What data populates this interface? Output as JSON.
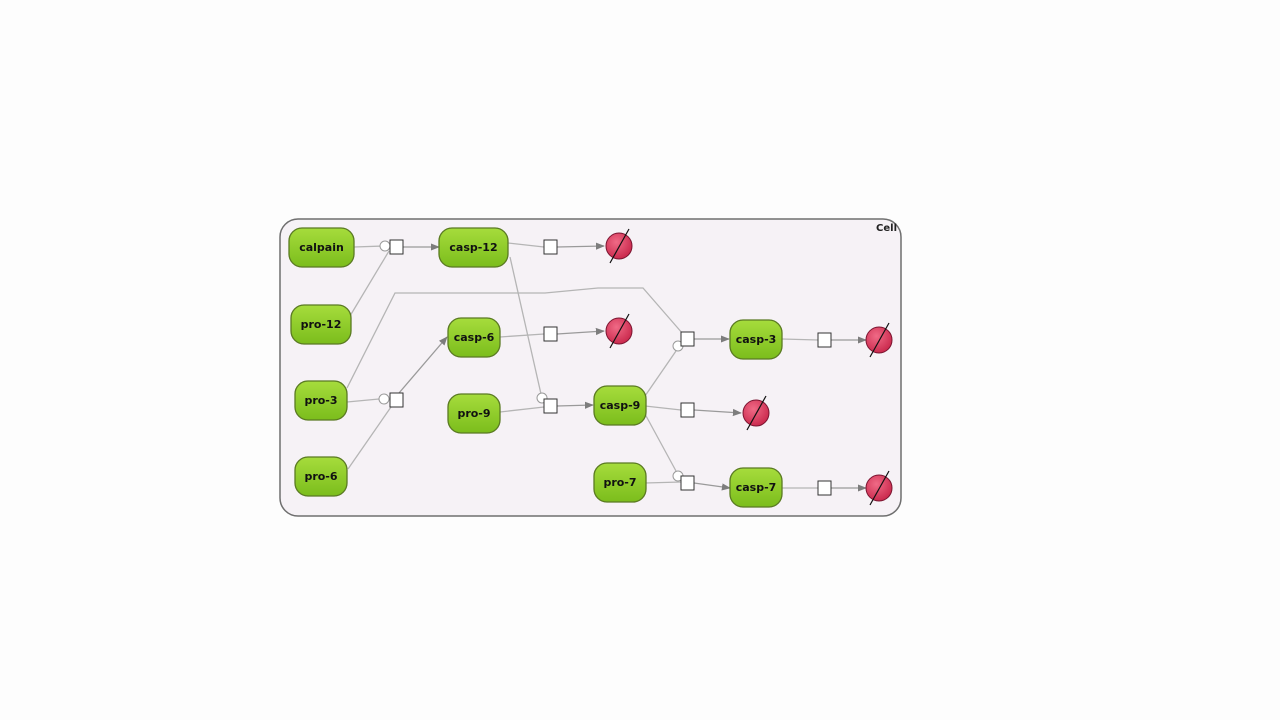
{
  "diagram": {
    "compartment": {
      "label": "Cell"
    },
    "species": [
      {
        "id": "calpain",
        "label": "calpain"
      },
      {
        "id": "pro12",
        "label": "pro-12"
      },
      {
        "id": "pro3",
        "label": "pro-3"
      },
      {
        "id": "pro6",
        "label": "pro-6"
      },
      {
        "id": "casp12",
        "label": "casp-12"
      },
      {
        "id": "casp6",
        "label": "casp-6"
      },
      {
        "id": "pro9",
        "label": "pro-9"
      },
      {
        "id": "casp9",
        "label": "casp-9"
      },
      {
        "id": "pro7",
        "label": "pro-7"
      },
      {
        "id": "casp3",
        "label": "casp-3"
      },
      {
        "id": "casp7",
        "label": "casp-7"
      }
    ],
    "reactions": [
      {
        "id": "r1",
        "type": "production",
        "reactant": "pro12",
        "catalyst": "calpain",
        "product": "casp12"
      },
      {
        "id": "r2",
        "type": "production",
        "reactant": "pro6",
        "catalyst": "pro3",
        "product": "casp6"
      },
      {
        "id": "r3",
        "type": "production",
        "reactant": "pro9",
        "catalyst": "casp12",
        "product": "casp9"
      },
      {
        "id": "r4",
        "type": "production",
        "reactant": "pro3",
        "catalyst": "casp9",
        "product": "casp3"
      },
      {
        "id": "r5",
        "type": "production",
        "reactant": "pro7",
        "catalyst": "casp9",
        "product": "casp7"
      },
      {
        "id": "d1",
        "type": "degradation",
        "species": "casp12"
      },
      {
        "id": "d2",
        "type": "degradation",
        "species": "casp6"
      },
      {
        "id": "d3",
        "type": "degradation",
        "species": "casp9"
      },
      {
        "id": "d4",
        "type": "degradation",
        "species": "casp3"
      },
      {
        "id": "d5",
        "type": "degradation",
        "species": "casp7"
      }
    ],
    "colors": {
      "species_fill": "#8fcc2a",
      "sink_fill": "#d93a5a",
      "compartment_fill": "#f6f2f6",
      "edge": "#b5b5b5"
    }
  }
}
